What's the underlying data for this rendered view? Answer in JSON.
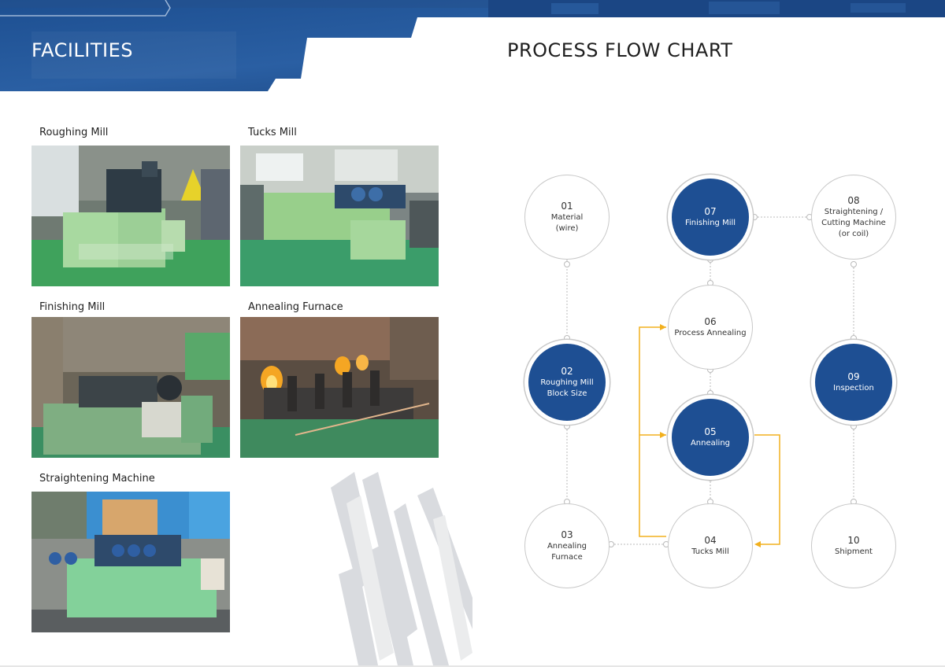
{
  "facilities": {
    "title": "FACILITIES",
    "photos": [
      {
        "caption": "Roughing Mill"
      },
      {
        "caption": "Tucks Mill"
      },
      {
        "caption": "Finishing Mill"
      },
      {
        "caption": "Annealing Furnace"
      },
      {
        "caption": "Straightening Machine"
      }
    ]
  },
  "process": {
    "title": "PROCESS FLOW CHART",
    "steps": [
      {
        "num": "01",
        "label": "Material\n(wire)",
        "style": "light"
      },
      {
        "num": "02",
        "label": "Roughing Mill\nBlock Size",
        "style": "dark"
      },
      {
        "num": "03",
        "label": "Annealing\nFurnace",
        "style": "light"
      },
      {
        "num": "04",
        "label": "Tucks Mill",
        "style": "light"
      },
      {
        "num": "05",
        "label": "Annealing",
        "style": "dark"
      },
      {
        "num": "06",
        "label": "Process Annealing",
        "style": "light"
      },
      {
        "num": "07",
        "label": "Finishing Mill",
        "style": "dark"
      },
      {
        "num": "08",
        "label": "Straightening /\nCutting Machine\n(or coil)",
        "style": "light"
      },
      {
        "num": "09",
        "label": "Inspection",
        "style": "dark"
      },
      {
        "num": "10",
        "label": "Shipment",
        "style": "light"
      }
    ]
  },
  "colors": {
    "brand_blue": "#1e4f93",
    "connector_gray": "#bbbbbb",
    "arrow_orange": "#f2b01e"
  }
}
